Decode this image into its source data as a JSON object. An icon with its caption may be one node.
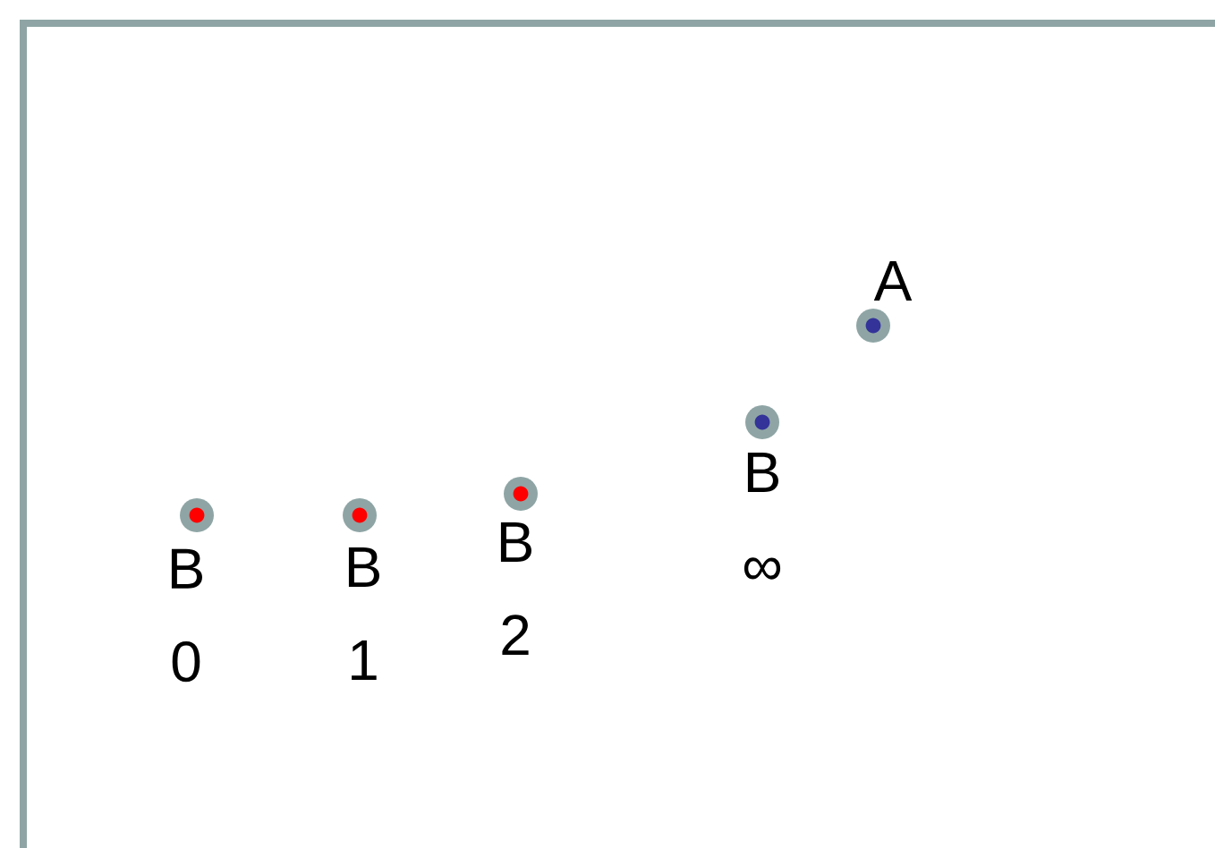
{
  "diagram": {
    "nodes": [
      {
        "text": [],
        "shape": "circle",
        "beside": [
          "B 0"
        ]
      },
      {
        "text": [],
        "shape": "circle",
        "beside": [
          "B 1"
        ]
      },
      {
        "text": [],
        "shape": "circle",
        "beside": [
          "B 2"
        ]
      },
      {
        "text": [],
        "shape": "circle",
        "beside": [
          "B ∞"
        ]
      },
      {
        "text": [],
        "shape": "circle",
        "beside": [
          "A"
        ]
      }
    ]
  }
}
